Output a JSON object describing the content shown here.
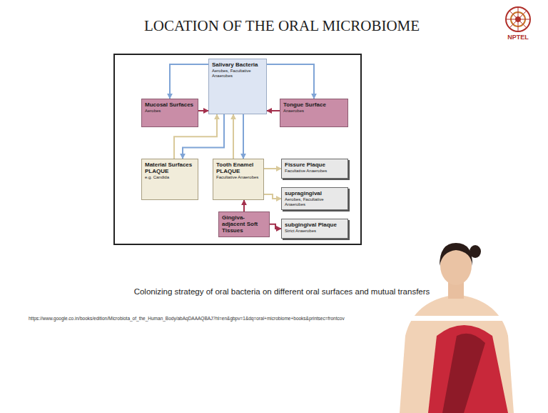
{
  "diagram": {
    "title": "LOCATION OF THE ORAL MICROBIOME",
    "caption": "Colonizing strategy of oral bacteria on different oral surfaces and mutual transfers",
    "nodes": [
      {
        "text": [
          "Salivary Bacteria",
          "Aerobes, Facultative Anaerobes"
        ]
      },
      {
        "text": [
          "Mucosal Surfaces",
          "Aerobes"
        ]
      },
      {
        "text": [
          "Tongue Surface",
          "Anaerobes"
        ]
      },
      {
        "text": [
          "Material Surfaces PLAQUE",
          "e.g. Candida"
        ]
      },
      {
        "text": [
          "Tooth Enamel PLAQUE",
          "Facultative Anaerobes"
        ]
      },
      {
        "text": [
          "Fissure Plaque",
          "Facultative Anaerobes"
        ]
      },
      {
        "text": [
          "supragingival",
          "Aerobes, Facultative Anaerobes"
        ]
      },
      {
        "text": [
          "Gingiva-adjacent Soft Tissues"
        ]
      },
      {
        "text": [
          "subgingival Plaque",
          "Strict Anaerobes"
        ]
      }
    ],
    "edges": [
      {
        "from": 0,
        "to": 1,
        "arrow": "to"
      },
      {
        "from": 0,
        "to": 2,
        "arrow": "to"
      },
      {
        "from": 1,
        "to": 0,
        "arrow": "to"
      },
      {
        "from": 2,
        "to": 0,
        "arrow": "to"
      },
      {
        "from": 0,
        "to": 3,
        "arrow": "to"
      },
      {
        "from": 3,
        "to": 0,
        "arrow": "to"
      },
      {
        "from": 0,
        "to": 4,
        "arrow": "to"
      },
      {
        "from": 4,
        "to": 0,
        "arrow": "to"
      },
      {
        "from": 4,
        "to": 5,
        "arrow": "to"
      },
      {
        "from": 4,
        "to": 6,
        "arrow": "to"
      },
      {
        "from": 7,
        "to": 4,
        "arrow": "to"
      },
      {
        "from": 7,
        "to": 8,
        "arrow": "to"
      }
    ],
    "labels": [
      "NPTEL",
      "https://www.google.co.in/books/edition/Microbiota_of_the_Human_Body/abAqDAAAQBAJ?hl=en&gbpv=1&dq=oral+microbiome+books&printsec=frontcov"
    ]
  }
}
